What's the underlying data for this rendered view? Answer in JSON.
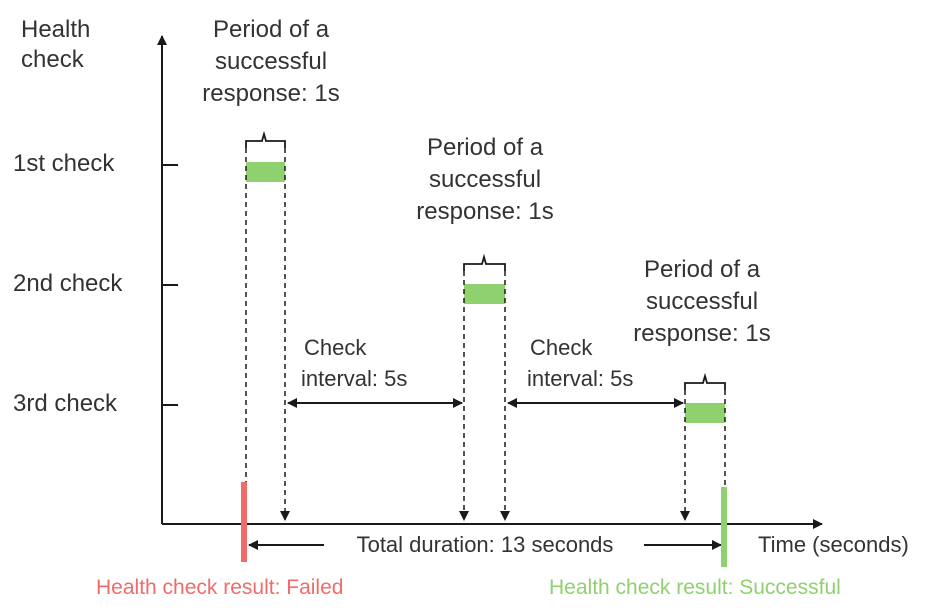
{
  "y_axis_title": [
    "Health",
    "check"
  ],
  "x_axis_title": "Time (seconds)",
  "checks": [
    {
      "label": "1st check"
    },
    {
      "label": "2nd check"
    },
    {
      "label": "3rd check"
    }
  ],
  "period_label": [
    "Period of a",
    "successful",
    "response: 1s"
  ],
  "interval_label": [
    "Check",
    "interval: 5s"
  ],
  "total_duration": "Total duration: 13 seconds",
  "result_failed": "Health check result: Failed",
  "result_success": "Health check result: Successful",
  "colors": {
    "axis": "#1a1a1a",
    "text": "#333333",
    "bar": "#8fd16e",
    "failed": "#f26b6b",
    "success": "#8fd16e"
  }
}
